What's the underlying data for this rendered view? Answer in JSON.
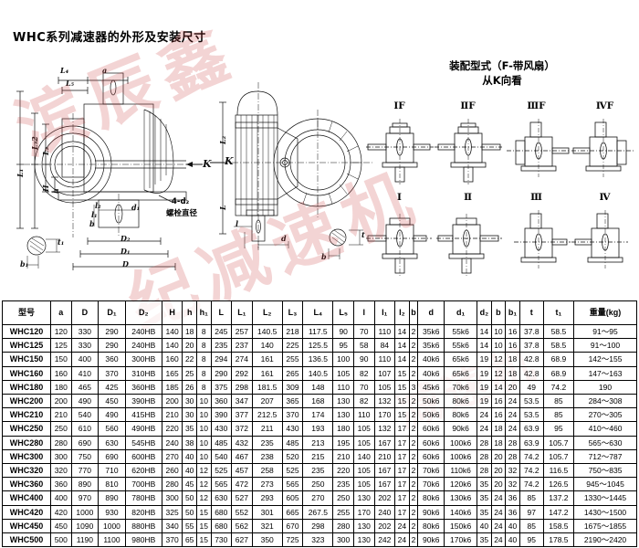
{
  "page": {
    "title": "WHC系列减速器的外形及安装尺寸"
  },
  "assembly": {
    "heading_line1": "装配型式（F-带风扇）",
    "heading_line2": "从K向看",
    "fan_types": [
      {
        "label": "ⅠF"
      },
      {
        "label": "ⅡF"
      },
      {
        "label": "ⅢF"
      },
      {
        "label": "ⅣF"
      }
    ],
    "plain_types": [
      {
        "label": "Ⅰ"
      },
      {
        "label": "Ⅱ"
      },
      {
        "label": "Ⅲ"
      },
      {
        "label": "Ⅳ"
      }
    ]
  },
  "drawing": {
    "dims": {
      "a": "a",
      "D": "D",
      "D1": "D₁",
      "D2": "D₂",
      "H": "H",
      "h": "h",
      "L": "L",
      "L1": "L₁",
      "L2": "L₂",
      "L3_2": "L₃2",
      "L4": "L₄",
      "L5": "L₅",
      "d": "d",
      "d1": "d₁",
      "b": "b",
      "b1": "b₁",
      "t": "t",
      "t1": "t₁",
      "l": "l",
      "l1": "l₁",
      "l2": "l₂",
      "K": "K"
    },
    "bolt_note_line1": "4-d₂",
    "bolt_note_line2": "螺栓直径"
  },
  "table": {
    "headers": [
      "型号",
      "a",
      "D",
      "D₁",
      "D₂",
      "H",
      "h",
      "h₁",
      "L",
      "L₁",
      "L₂",
      "L₃",
      "L₄",
      "L₅",
      "l",
      "l₁",
      "l₂",
      "b",
      "d",
      "d₁",
      "d₂",
      "b",
      "b₁",
      "t",
      "t₁",
      "重量(kg)"
    ],
    "rows": [
      [
        "WHC120",
        "120",
        "330",
        "290",
        "240HB",
        "140",
        "18",
        "8",
        "245",
        "257",
        "140.5",
        "218",
        "117.5",
        "90",
        "70",
        "110",
        "14",
        "2",
        "35k6",
        "55k6",
        "14",
        "10",
        "16",
        "37.8",
        "58.5",
        "91～95"
      ],
      [
        "WHC125",
        "125",
        "330",
        "290",
        "240HB",
        "140",
        "20",
        "8",
        "235",
        "237",
        "140",
        "225",
        "125.5",
        "95",
        "58",
        "84",
        "14",
        "2",
        "35k6",
        "55k6",
        "14",
        "10",
        "16",
        "37.8",
        "58.5",
        "91～100"
      ],
      [
        "WHC150",
        "150",
        "400",
        "360",
        "300HB",
        "160",
        "22",
        "8",
        "294",
        "274",
        "161",
        "255",
        "136.5",
        "100",
        "90",
        "110",
        "14",
        "2",
        "40k6",
        "65k6",
        "19",
        "12",
        "18",
        "42.8",
        "68.9",
        "142～155"
      ],
      [
        "WHC160",
        "160",
        "410",
        "370",
        "310HB",
        "165",
        "25",
        "8",
        "290",
        "292",
        "161",
        "265",
        "140.5",
        "105",
        "82",
        "107",
        "15",
        "2",
        "40k6",
        "65k6",
        "19",
        "12",
        "18",
        "42.8",
        "68.9",
        "147～163"
      ],
      [
        "WHC180",
        "180",
        "465",
        "425",
        "360HB",
        "185",
        "26",
        "8",
        "375",
        "298",
        "181.5",
        "309",
        "148",
        "110",
        "70",
        "105",
        "15",
        "3",
        "45k6",
        "70k6",
        "19",
        "14",
        "20",
        "49",
        "74.2",
        "190"
      ],
      [
        "WHC200",
        "200",
        "490",
        "450",
        "390HB",
        "200",
        "30",
        "10",
        "360",
        "347",
        "207",
        "365",
        "168",
        "130",
        "82",
        "132",
        "15",
        "2",
        "50k6",
        "80k6",
        "19",
        "16",
        "24",
        "53.5",
        "85",
        "284～308"
      ],
      [
        "WHC210",
        "210",
        "540",
        "490",
        "415HB",
        "210",
        "30",
        "10",
        "390",
        "377",
        "212.5",
        "370",
        "174",
        "130",
        "110",
        "170",
        "15",
        "2",
        "50k6",
        "80k6",
        "24",
        "16",
        "24",
        "53.5",
        "85",
        "270～305"
      ],
      [
        "WHC250",
        "250",
        "610",
        "560",
        "490HB",
        "220",
        "35",
        "10",
        "430",
        "372",
        "211",
        "430",
        "193",
        "180",
        "105",
        "132",
        "17",
        "2",
        "60k6",
        "90k6",
        "24",
        "18",
        "24",
        "63.9",
        "95",
        "410～460"
      ],
      [
        "WHC280",
        "280",
        "690",
        "630",
        "545HB",
        "240",
        "38",
        "10",
        "485",
        "432",
        "235",
        "485",
        "213",
        "195",
        "105",
        "167",
        "17",
        "2",
        "60k6",
        "100k6",
        "28",
        "18",
        "28",
        "63.9",
        "105.7",
        "565～630"
      ],
      [
        "WHC300",
        "300",
        "750",
        "690",
        "600HB",
        "270",
        "40",
        "10",
        "540",
        "467",
        "238",
        "520",
        "215",
        "210",
        "140",
        "210",
        "17",
        "2",
        "60k6",
        "100k6",
        "28",
        "20",
        "28",
        "74.2",
        "105.7",
        "712～787"
      ],
      [
        "WHC320",
        "320",
        "770",
        "710",
        "620HB",
        "260",
        "40",
        "12",
        "525",
        "457",
        "258",
        "525",
        "235",
        "220",
        "105",
        "167",
        "17",
        "2",
        "70k6",
        "110k6",
        "28",
        "20",
        "32",
        "74.2",
        "116.5",
        "750～835"
      ],
      [
        "WHC360",
        "360",
        "890",
        "810",
        "700HB",
        "280",
        "45",
        "12",
        "565",
        "472",
        "273",
        "565",
        "250",
        "235",
        "105",
        "167",
        "17",
        "2",
        "70k6",
        "120k6",
        "35",
        "20",
        "32",
        "74.2",
        "126.5",
        "945～1045"
      ],
      [
        "WHC400",
        "400",
        "970",
        "890",
        "780HB",
        "300",
        "50",
        "12",
        "630",
        "527",
        "293",
        "605",
        "270",
        "250",
        "130",
        "202",
        "17",
        "2",
        "80k6",
        "130k6",
        "35",
        "24",
        "36",
        "85",
        "137.2",
        "1330～1445"
      ],
      [
        "WHC420",
        "420",
        "1000",
        "930",
        "820HB",
        "325",
        "50",
        "15",
        "680",
        "552",
        "301",
        "665",
        "267.5",
        "255",
        "170",
        "240",
        "17",
        "2",
        "90k6",
        "140k6",
        "35",
        "24",
        "36",
        "97",
        "147.2",
        "1430～1500"
      ],
      [
        "WHC450",
        "450",
        "1090",
        "1000",
        "880HB",
        "340",
        "55",
        "15",
        "680",
        "562",
        "321",
        "670",
        "298",
        "280",
        "130",
        "202",
        "24",
        "2",
        "80k6",
        "150k6",
        "40",
        "24",
        "40",
        "85",
        "158.5",
        "1675～1855"
      ],
      [
        "WHC500",
        "500",
        "1190",
        "1100",
        "980HB",
        "370",
        "65",
        "15",
        "730",
        "627",
        "350",
        "725",
        "323",
        "300",
        "130",
        "242",
        "24",
        "2",
        "90k6",
        "170k6",
        "35",
        "24",
        "40",
        "95",
        "178.5",
        "2190～2420"
      ]
    ]
  },
  "watermark": {
    "line1": "滨辰鑫",
    "line2": "纪减速机",
    "line3": "减速机"
  }
}
